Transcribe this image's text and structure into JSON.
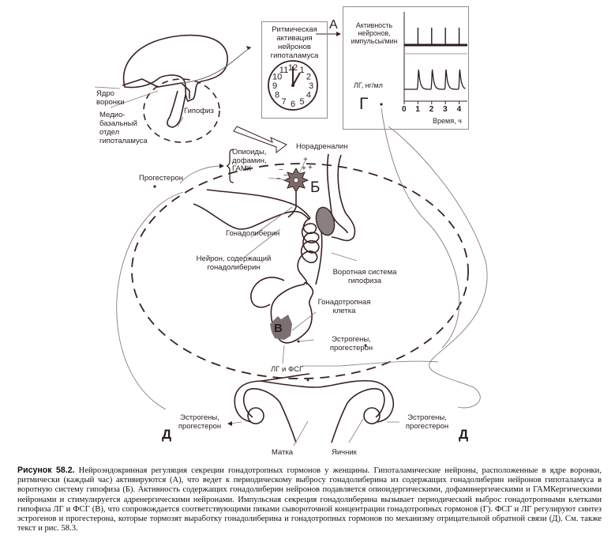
{
  "figure": {
    "brain": {
      "nucleus_label": "Ядро\nворонки",
      "mediobasal_label": "Медио-\nбазальный\nотдел\nгипоталамуса",
      "pituitary_label": "Гипофиз"
    },
    "rhythm_box": {
      "title": "Ритмическая\nактивация\nнейронов\nгипоталамуса",
      "clock_numbers": [
        "12",
        "1",
        "2",
        "3",
        "4",
        "5",
        "6",
        "7",
        "8",
        "9",
        "10",
        "11"
      ],
      "marker": "А"
    },
    "activity_panel": {
      "neuron_label": "Активность\nнейронов,\nимпульсы/мин",
      "lh_label": "ЛГ, нг/мл",
      "marker": "Г",
      "x_ticks": [
        "0",
        "1",
        "2",
        "3",
        "4"
      ],
      "x_label": "Время, ч"
    },
    "center": {
      "inhibitors_label": "Опиоиды,\nдофамин,\nГАМК",
      "noradrenaline_label": "Норадреналин",
      "marker_b": "Б",
      "progesterone_label": "Прогестерон",
      "gonadoliberin_label": "Гонадолиберин",
      "neuron_label": "Нейрон, содержащий\nгонадолиберин",
      "portal_label": "Воротная система\nгипофиза",
      "gonadotrope_label": "Гонадотропная\nклетка",
      "marker_v": "В",
      "estrogens_center_label": "Эстрогены,\nпрогестерон",
      "lh_fsh_label": "ЛГ и ФСГ"
    },
    "reproductive": {
      "left_label": "Эстрогены,\nпрогестерон",
      "right_label": "Эстрогены,\nпрогестерон",
      "marker_left": "Д",
      "marker_right": "Д",
      "uterus_label": "Матка",
      "ovary_label": "Яичник"
    }
  },
  "chart_data": [
    {
      "type": "line",
      "title": "Активность нейронов, импульсы/мин",
      "xlabel": "Время, ч",
      "ylabel": "Активность нейронов, импульсы/мин",
      "x_ticks": [
        0,
        1,
        2,
        3,
        4
      ],
      "xlim": [
        0,
        4.6
      ],
      "description": "Periodic brief spikes of neuronal activity once per hour",
      "spike_times_h": [
        1,
        2,
        3,
        4
      ]
    },
    {
      "type": "line",
      "title": "ЛГ, нг/мл",
      "xlabel": "Время, ч",
      "ylabel": "ЛГ, нг/мл",
      "x_ticks": [
        0,
        1,
        2,
        3,
        4
      ],
      "xlim": [
        0,
        4.6
      ],
      "description": "Pulsatile LH peaks following each neuronal spike",
      "peak_times_h": [
        1.05,
        2.05,
        3.05,
        4.05
      ]
    }
  ],
  "caption": {
    "label": "Рисунок 58.2.",
    "text": " Нейроэндокринная регуляция секреции гонадотропных гормонов у женщины. Гипоталамические нейроны, расположенные в ядре воронки, ритмически (каждый час) активируются (А), что ведет к периодическому выбросу гонадолиберина из содержащих гонадолиберин нейронов гипоталамуса в воротную систему гипофиза (Б). Активность содержащих гонадолиберин нейронов подавляется опиоидергическими, дофаминергическими и ГАМКергическими нейронами и стимулируется адренергическими нейронами. Импульсная секреция гонадолиберина вызывает периодический выброс гонадотропными клетками гипофиза ЛГ и ФСГ (В), что сопровождается соответствующими пиками сывороточной концентрации гонадотропных гормонов (Г). ФСГ и ЛГ регулируют синтез эстрогенов и прогестерона, которые тормозят выработку гонадолиберина и гонадотропных гормонов по механизму отрицательной обратной связи (Д). См. также текст и рис. 58.3."
  }
}
